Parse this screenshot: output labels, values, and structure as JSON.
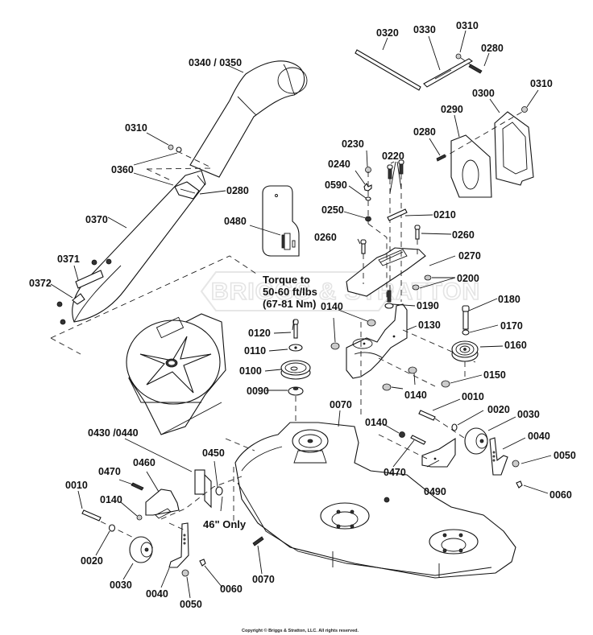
{
  "diagram": {
    "title": "Mower Deck / Bagger Parts Diagram",
    "watermark": "BRIGGS & STRATTON",
    "copyright": "Copyright © Briggs & Stratton, LLC. All rights reserved.",
    "torque_note": {
      "line1": "Torque to",
      "line2": "50-60 ft/lbs",
      "line3": "(67-81 Nm)"
    },
    "size_note": "46\" Only",
    "callouts": {
      "c0320": "0320",
      "c0330": "0330",
      "c0310_top": "0310",
      "c0280_top": "0280",
      "c0340_0350": "0340 / 0350",
      "c0310_right": "0310",
      "c0300": "0300",
      "c0290": "0290",
      "c0280_mid": "0280",
      "c0310_left": "0310",
      "c0360": "0360",
      "c0280_left": "0280",
      "c0370": "0370",
      "c0371": "0371",
      "c0372": "0372",
      "c0480": "0480",
      "c0230": "0230",
      "c0240": "0240",
      "c0590": "0590",
      "c0220": "0220",
      "c0250": "0250",
      "c0210": "0210",
      "c0260_left": "0260",
      "c0260_right": "0260",
      "c0270": "0270",
      "c0200": "0200",
      "c0190": "0190",
      "c0180": "0180",
      "c0170": "0170",
      "c0160": "0160",
      "c0150": "0150",
      "c0140_a": "0140",
      "c0130": "0130",
      "c0140_b": "0140",
      "c0120": "0120",
      "c0110": "0110",
      "c0100": "0100",
      "c0090": "0090",
      "c0070_top": "0070",
      "c0010_right": "0010",
      "c0020_right": "0020",
      "c0030_right": "0030",
      "c0040_right": "0040",
      "c0050_right": "0050",
      "c0060_right": "0060",
      "c0140_c": "0140",
      "c0470_right": "0470",
      "c0490": "0490",
      "c0430_0440": "0430 /0440",
      "c0450": "0450",
      "c0460": "0460",
      "c0470_left": "0470",
      "c0010_left": "0010",
      "c0140_d": "0140",
      "c0020_left": "0020",
      "c0030_left": "0030",
      "c0040_left": "0040",
      "c0050_left": "0050",
      "c0060_left": "0060",
      "c0070_bottom": "0070"
    }
  }
}
